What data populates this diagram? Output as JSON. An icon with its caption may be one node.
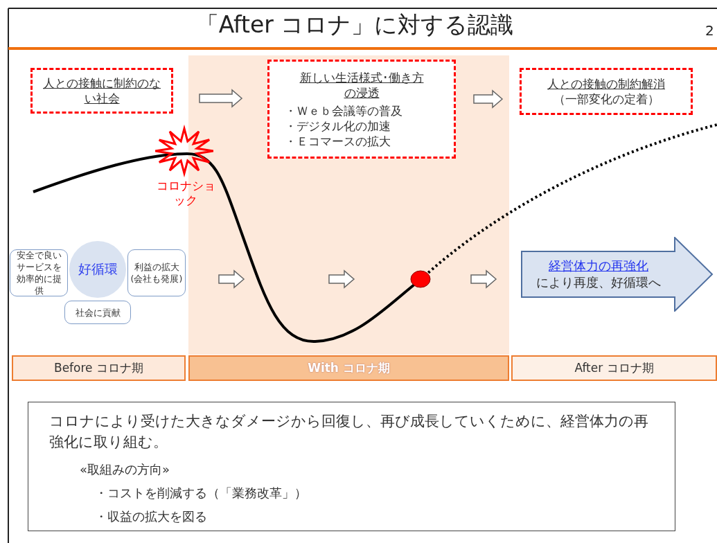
{
  "diagram": {
    "title": "「After コロナ」に対する認識",
    "nodes": [
      {
        "text": [
          "人との接触に制約のない社会"
        ]
      },
      {
        "text": [
          "新しい生活様式･働き方の浸透",
          "・Ｗｅｂ会議等の普及",
          "・デジタル化の加速",
          "・Ｅコマースの拡大"
        ]
      },
      {
        "text": [
          "人との接触の制約解消",
          "（一部変化の定着）"
        ]
      },
      {
        "text": [
          "好循環"
        ]
      },
      {
        "text": [
          "安全で良いサービスを効率的に提供"
        ]
      },
      {
        "text": [
          "利益の拡大(会社も発展)"
        ]
      },
      {
        "text": [
          "社会に貢献"
        ]
      },
      {
        "text": [
          "経営体力の再強化",
          "により再度、好循環へ"
        ]
      },
      {
        "text": [
          "Before コロナ期"
        ]
      },
      {
        "text": [
          "With コロナ期"
        ]
      },
      {
        "text": [
          "After コロナ期"
        ]
      },
      {
        "text": [
          "コロナにより受けた大きなダメージから回復し、再び成長していくために、経営体力の再強化に取り組む。",
          "«取組みの方向»",
          "・コストを削減する（「業務改革」）",
          "・収益の拡大を図る"
        ]
      }
    ],
    "edges": [
      {
        "from": 0,
        "to": 1,
        "arrow": "to"
      },
      {
        "from": 1,
        "to": 2,
        "arrow": "to"
      }
    ],
    "labels": [
      "2",
      "コロナショック"
    ]
  }
}
